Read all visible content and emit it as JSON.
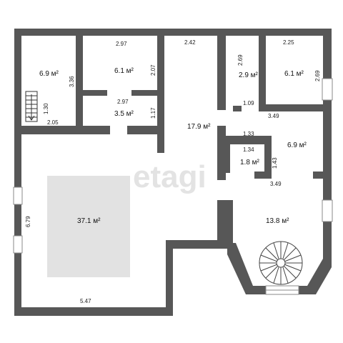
{
  "rooms": {
    "stair_room_nw": "6.9 м²",
    "room_top_2": "6.1 м²",
    "closet_small": "3.5 м²",
    "corridor": "17.9 м²",
    "room_top_3": "2.9 м²",
    "room_top_4": "6.1 м²",
    "room_mid_right": "6.9 м²",
    "room_small_right": "1.8 м²",
    "hall_large": "37.1 м²",
    "room_bay": "13.8 м²"
  },
  "dims": {
    "d_336": "3.36",
    "d_130": "1.30",
    "d_205": "2.05",
    "d_297_top": "2.97",
    "d_207": "2.07",
    "d_297_mid": "2.97",
    "d_117": "1.17",
    "d_242": "2.42",
    "d_269_left": "2.69",
    "d_225": "2.25",
    "d_269_right": "2.69",
    "d_109": "1.09",
    "d_349_top": "3.49",
    "d_133": "1.33",
    "d_134": "1.34",
    "d_143": "1.43",
    "d_349_bottom": "3.49",
    "d_679": "6.79",
    "d_547": "5.47"
  },
  "watermark": "etagi"
}
